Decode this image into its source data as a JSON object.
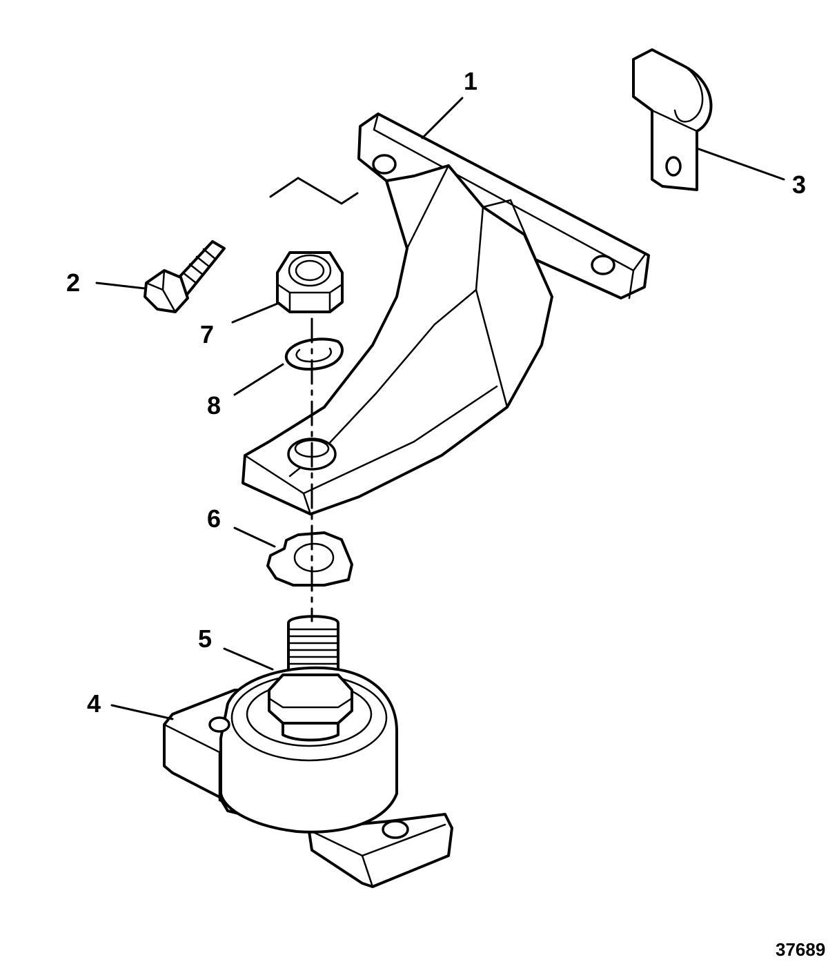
{
  "callouts": {
    "c1": "1",
    "c2": "2",
    "c3": "3",
    "c4": "4",
    "c5": "5",
    "c6": "6",
    "c7": "7",
    "c8": "8"
  },
  "reference_number": "37689",
  "colors": {
    "line": "#000000",
    "background": "#ffffff"
  }
}
